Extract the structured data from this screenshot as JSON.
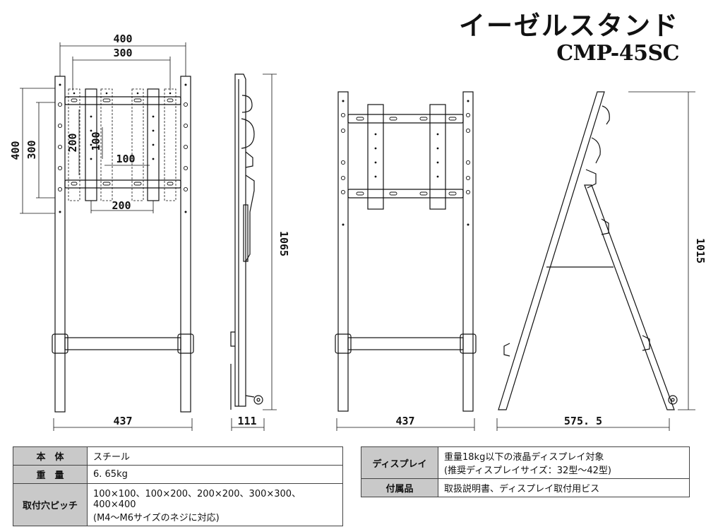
{
  "title": {
    "main": "イーゼルスタンド",
    "model": "CMP-45SC"
  },
  "dimensions": {
    "front_width_400": "400",
    "front_width_300": "300",
    "front_height_400": "400",
    "front_height_300": "300",
    "front_height_200": "200",
    "front_height_100": "100",
    "front_width_100": "100",
    "front_width_200": "200",
    "front_total_width": "437",
    "side_depth": "111",
    "side_height": "1065",
    "back_total_width": "437",
    "easel_depth": "575. 5",
    "easel_height": "1015"
  },
  "spec_left": [
    {
      "label": "本　体",
      "value": "スチール",
      "sub": ""
    },
    {
      "label": "重　量",
      "value": "6. 65kg",
      "sub": ""
    },
    {
      "label": "取付穴ピッチ",
      "value": "100×100、100×200、200×200、300×300、400×400",
      "sub": "(M4〜M6サイズのネジに対応)"
    }
  ],
  "spec_right": [
    {
      "label": "ディスプレイ",
      "value": "重量18kg以下の液晶ディスプレイ対象",
      "sub": "(推奨ディスプレイサイズ：32型〜42型)"
    },
    {
      "label": "付属品",
      "value": "取扱説明書、ディスプレイ取付用ビス",
      "sub": ""
    }
  ]
}
